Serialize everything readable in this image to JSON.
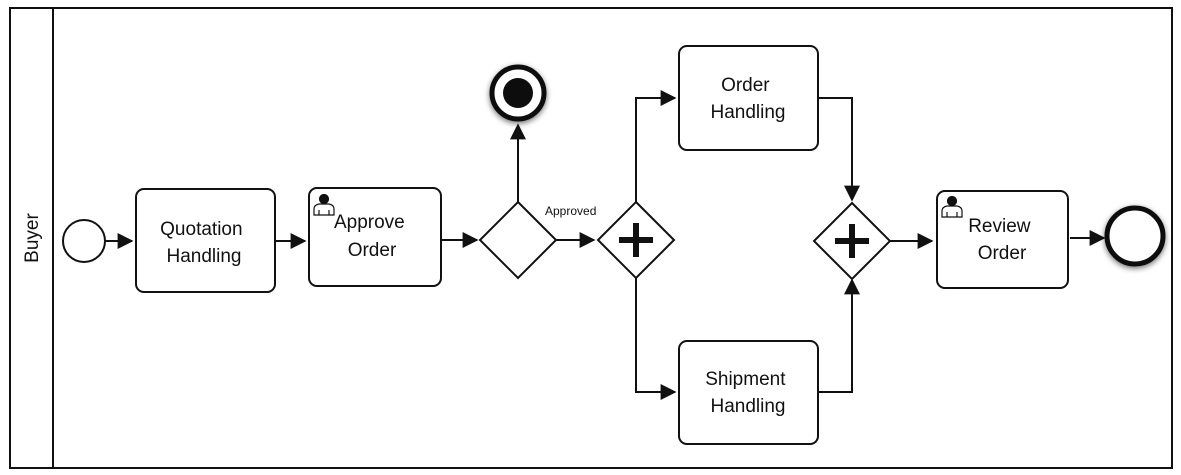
{
  "pool": {
    "lane_label": "Buyer"
  },
  "tasks": {
    "quotation_handling": {
      "line1": "Quotation",
      "line2": "Handling",
      "type": "task"
    },
    "approve_order": {
      "line1": "Approve",
      "line2": "Order",
      "type": "user-task"
    },
    "order_handling": {
      "line1": "Order",
      "line2": "Handling",
      "type": "task"
    },
    "shipment_handling": {
      "line1": "Shipment",
      "line2": "Handling",
      "type": "task"
    },
    "review_order": {
      "line1": "Review",
      "line2": "Order",
      "type": "user-task"
    }
  },
  "gateways": {
    "approval": {
      "type": "exclusive"
    },
    "split": {
      "type": "parallel"
    },
    "join": {
      "type": "parallel"
    }
  },
  "events": {
    "start": {
      "type": "start"
    },
    "rejected_end": {
      "type": "terminate-end"
    },
    "end": {
      "type": "end"
    }
  },
  "flows": {
    "approved_label": "Approved"
  },
  "colors": {
    "stroke": "#111111",
    "fill": "#ffffff"
  }
}
